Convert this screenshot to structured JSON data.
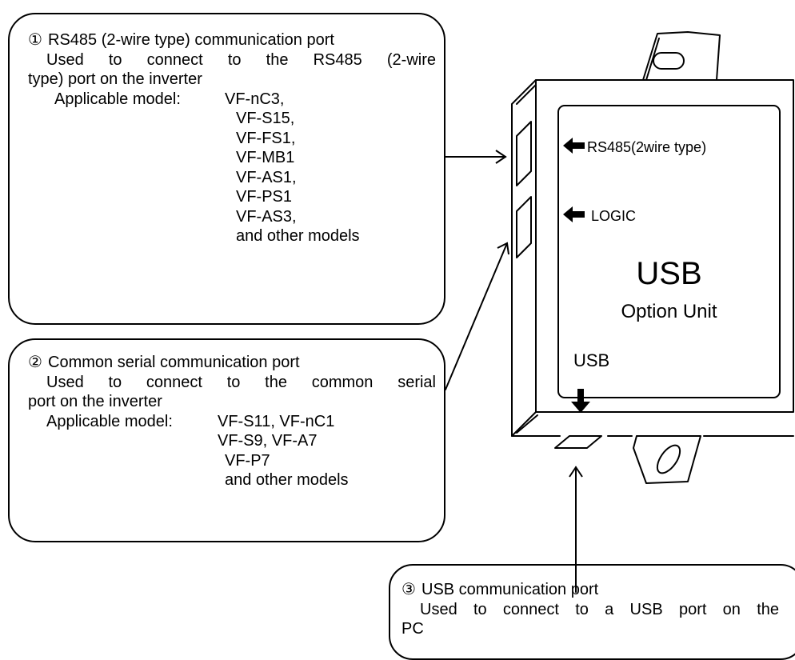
{
  "callout1": {
    "marker": "①",
    "line1": "RS485 (2-wire type) communication port",
    "line2": "Used to connect to the RS485 (2-wire",
    "line3": "type) port on the inverter",
    "model_label": "Applicable model:",
    "models": [
      "VF-nC3,",
      "VF-S15,",
      "VF-FS1,",
      "VF-MB1",
      "VF-AS1,",
      "VF-PS1",
      "VF-AS3,",
      "and other models"
    ]
  },
  "callout2": {
    "marker": "②",
    "line1": "Common serial communication port",
    "line2": "Used to connect to the common serial",
    "line3": "port on the inverter",
    "model_label": "Applicable model:",
    "models": [
      "VF-S11, VF-nC1",
      "VF-S9, VF-A7",
      "VF-P7",
      "and other models"
    ]
  },
  "callout3": {
    "marker": "③",
    "line1": "USB communication port",
    "line2": "Used to connect to a USB port on the",
    "line3": "PC"
  },
  "device": {
    "port_rs485_label": "RS485(2wire type)",
    "port_logic_label": "LOGIC",
    "title": "USB",
    "subtitle": "Option Unit",
    "usb_label": "USB"
  }
}
